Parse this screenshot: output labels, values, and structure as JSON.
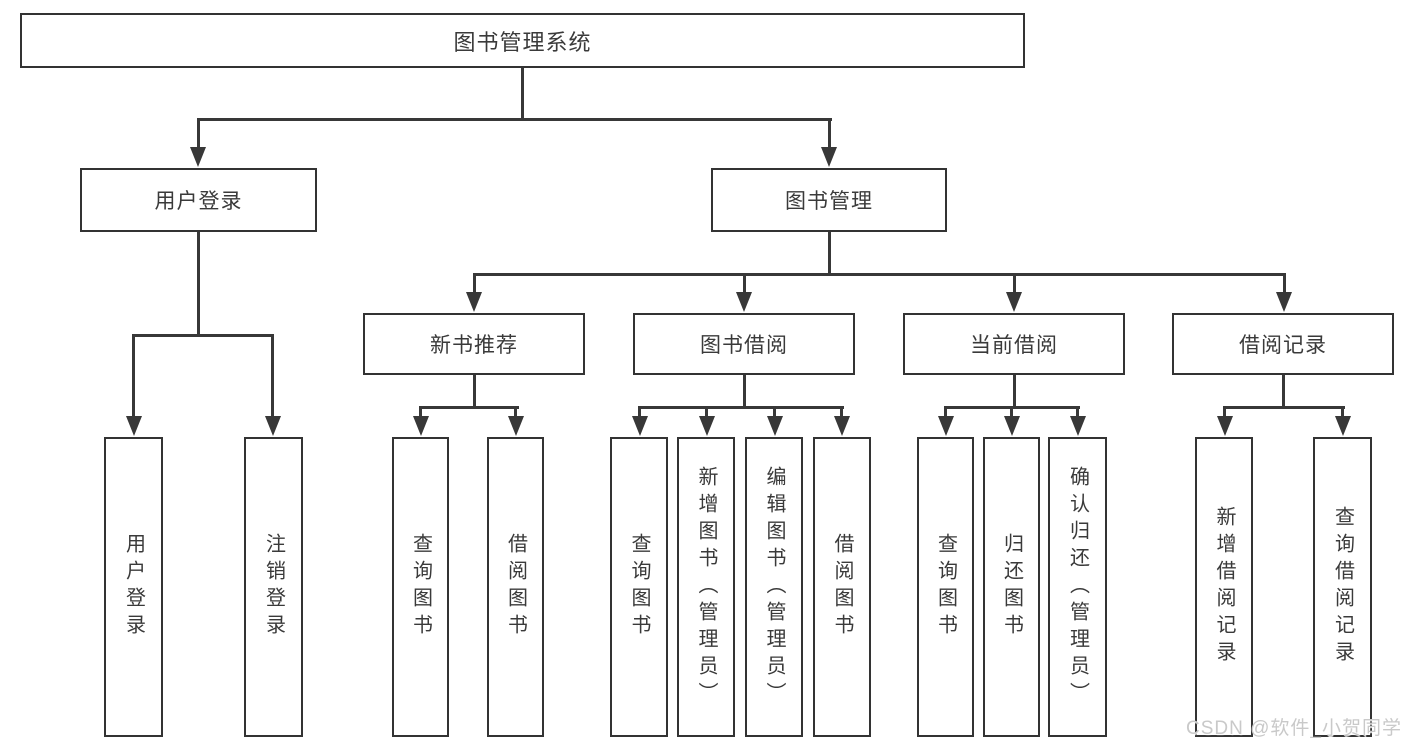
{
  "tree": {
    "root": "图书管理系统",
    "user_login": {
      "label": "用户登录",
      "children": [
        "用户登录",
        "注销登录"
      ]
    },
    "book_mgmt": {
      "label": "图书管理",
      "sections": [
        {
          "label": "新书推荐",
          "children": [
            "查询图书",
            "借阅图书"
          ]
        },
        {
          "label": "图书借阅",
          "children": [
            "查询图书",
            "新增图书（管理员）",
            "编辑图书（管理员）",
            "借阅图书"
          ]
        },
        {
          "label": "当前借阅",
          "children": [
            "查询图书",
            "归还图书",
            "确认归还（管理员）"
          ]
        },
        {
          "label": "借阅记录",
          "children": [
            "新增借阅记录",
            "查询借阅记录"
          ]
        }
      ]
    }
  },
  "watermark": "CSDN @软件_小贺同学",
  "colors": {
    "line": "#383838",
    "border": "#333333",
    "text": "#3a3a3a",
    "watermark": "#c9c9c9"
  }
}
